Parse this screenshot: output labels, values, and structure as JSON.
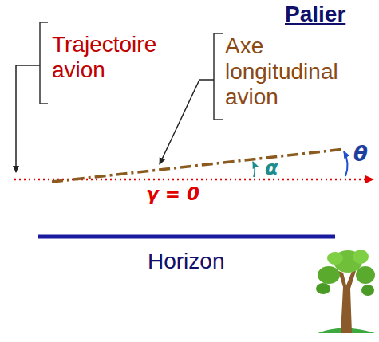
{
  "diagram": {
    "title": "Palier",
    "labels": [
      "Trajectoire avion",
      "Axe longitudinal avion",
      "α",
      "θ",
      "γ = 0",
      "Horizon"
    ]
  }
}
